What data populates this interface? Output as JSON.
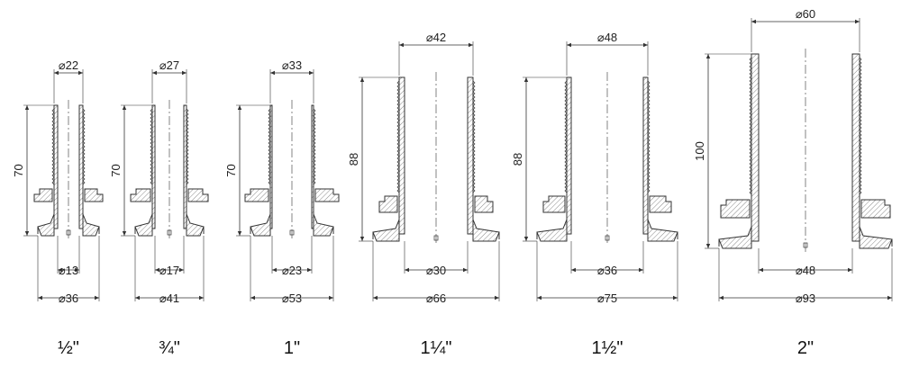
{
  "diameter_symbol": "⌀",
  "colors": {
    "line": "#333333",
    "hatch": "#555555",
    "background": "#ffffff"
  },
  "fittings": [
    {
      "size_label": "½\"",
      "top_diameter": "22",
      "height": "70",
      "inner_diameter": "13",
      "flange_diameter": "36"
    },
    {
      "size_label": "¾\"",
      "top_diameter": "27",
      "height": "70",
      "inner_diameter": "17",
      "flange_diameter": "41"
    },
    {
      "size_label": "1\"",
      "top_diameter": "33",
      "height": "70",
      "inner_diameter": "23",
      "flange_diameter": "53"
    },
    {
      "size_label": "1¼\"",
      "top_diameter": "42",
      "height": "88",
      "inner_diameter": "30",
      "flange_diameter": "66"
    },
    {
      "size_label": "1½\"",
      "top_diameter": "48",
      "height": "88",
      "inner_diameter": "36",
      "flange_diameter": "75"
    },
    {
      "size_label": "2\"",
      "top_diameter": "60",
      "height": "100",
      "inner_diameter": "48",
      "flange_diameter": "93"
    }
  ]
}
